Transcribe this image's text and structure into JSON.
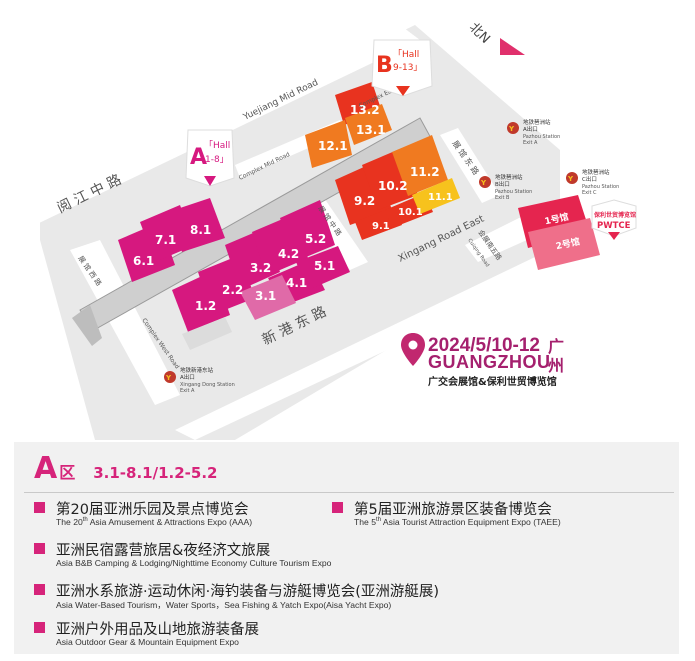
{
  "compass": {
    "label": "北N"
  },
  "zone_markers": [
    {
      "letter": "A",
      "hall_word": "「Hall",
      "hall_range": "1-8」"
    },
    {
      "letter": "B",
      "hall_word": "「Hall",
      "hall_range": "9-13」"
    }
  ],
  "halls": {
    "h6": "6.1",
    "h7": "7.1",
    "h8": "8.1",
    "h1": "1.2",
    "h2": "2.2",
    "h3a": "3.2",
    "h3b": "3.1",
    "h4a": "4.2",
    "h4b": "4.1",
    "h5a": "5.2",
    "h5b": "5.1",
    "h9a": "9.2",
    "h9b": "9.1",
    "h10a": "10.2",
    "h10b": "10.1",
    "h11a": "11.2",
    "h11b": "11.1",
    "h12": "12.1",
    "h13a": "13.2",
    "h13b": "13.1",
    "p1": "1号馆",
    "p2": "2号馆"
  },
  "roads": {
    "yuejiang_cn": "阅 江 中 路",
    "yuejiang_en": "Yuejiang Mid Road",
    "xingang_cn": "新 港 东 路",
    "xingang_en": "Xingang Road East",
    "complex_mid": "Complex Mid Road",
    "complex_west": "Complex West Road",
    "complex_east": "Complex East Road",
    "west_cn": "展 馆 西 路",
    "mid_cn": "展 馆 中 路",
    "east_cn": "展 馆 东 路",
    "cuiqing_cn": "会展南五路",
    "cuiqing_en": "Cuiqing Road"
  },
  "stations": [
    {
      "name": "地铁新港东站",
      "exit": "A出口",
      "en": "Xingang Dong Station",
      "en_exit": "Exit A"
    },
    {
      "name": "地铁琶洲站",
      "exit": "A出口",
      "en": "Pazhou Station",
      "en_exit": "Exit A"
    },
    {
      "name": "地铁琶洲站",
      "exit": "B出口",
      "en": "Pazhou Station",
      "en_exit": "Exit B"
    },
    {
      "name": "地铁琶洲站",
      "exit": "C出口",
      "en": "Pazhou Station",
      "en_exit": "Exit C"
    }
  ],
  "pwtce": {
    "cn": "保利世贸博览馆",
    "en": "PWTCE"
  },
  "event": {
    "date": "2024/5/10-12",
    "city": "GUANGZHOU",
    "city_cn_1": "广",
    "city_cn_2": "州",
    "venue": "广交会展馆&保利世贸博览馆"
  },
  "legend": {
    "zone_letter": "A",
    "zone_word": "区",
    "zone_range": "3.1-8.1/1.2-5.2",
    "expos": [
      {
        "cn": "第20届亚洲乐园及景点博览会",
        "en_pre": "The 20",
        "en_sup": "th",
        "en_post": " Asia Amusement & Attractions Expo (AAA)"
      },
      {
        "cn": "第5届亚洲旅游景区装备博览会",
        "en_pre": "The 5",
        "en_sup": "th",
        "en_post": " Asia Tourist Attraction Equipment Expo (TAEE)"
      },
      {
        "cn": "亚洲民宿露营旅居&夜经济文旅展",
        "en": "Asia B&B Camping & Lodging/Nighttime Economy Culture Tourism Expo"
      },
      {
        "cn": "亚洲水系旅游·运动休闲·海钓装备与游艇博览会(亚洲游艇展)",
        "en": "Asia Water-Based Tourism，Water Sports，Sea Fishing & Yatch Expo(Aisa Yacht Expo)"
      },
      {
        "cn": "亚洲户外用品及山地旅游装备展",
        "en": "Asia Outdoor Gear & Mountain Equipment Expo"
      }
    ]
  },
  "colors": {
    "zone_a": "#d6187f",
    "zone_a_light": "#e06aa8",
    "zone_b_red": "#e8331f",
    "zone_b_orange": "#f07a20",
    "zone_b_yellow": "#f7c21d",
    "pwtce": "#e5254f",
    "accent": "#a5206e"
  }
}
